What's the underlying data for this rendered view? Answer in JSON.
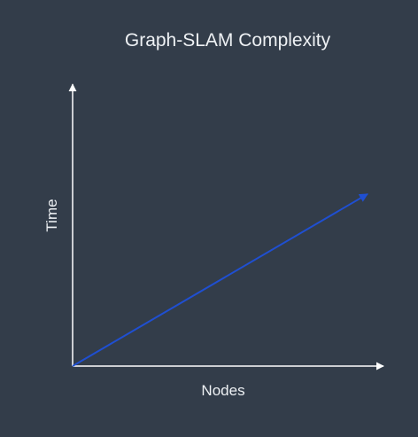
{
  "chart_data": {
    "type": "line",
    "title": "Graph-SLAM Complexity",
    "xlabel": "Nodes",
    "ylabel": "Time",
    "x": [
      0,
      1
    ],
    "series": [
      {
        "values": [
          0,
          0.62
        ]
      }
    ],
    "xlim": [
      0,
      1.15
    ],
    "ylim": [
      0,
      1.1
    ],
    "grid": false,
    "tick_labels": false,
    "colors": {
      "background": "#333d4a",
      "axis": "#ffffff",
      "text": "#eef1f4",
      "series": "#1f4fd1"
    }
  }
}
